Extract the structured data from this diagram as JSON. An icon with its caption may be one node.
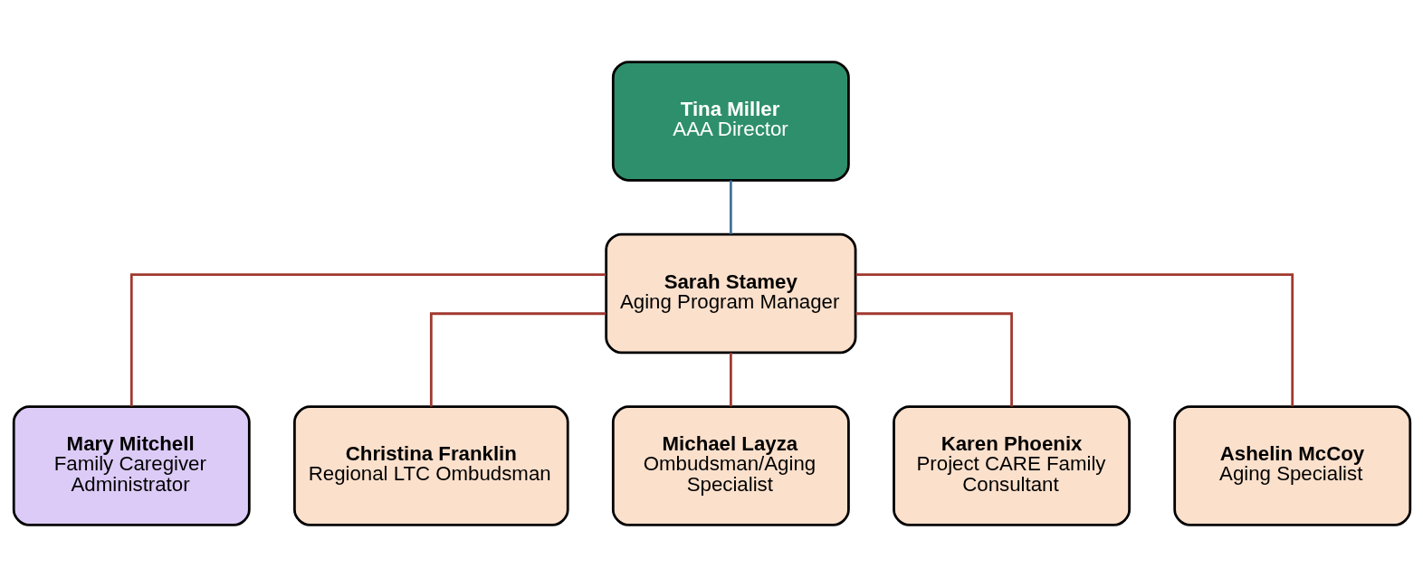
{
  "diagram": {
    "nodes": [
      {
        "text": [
          "Tina Miller",
          "AAA Director"
        ]
      },
      {
        "text": [
          "Sarah Stamey",
          "Aging Program Manager"
        ]
      },
      {
        "text": [
          "Mary Mitchell",
          "Family Caregiver Administrator"
        ]
      },
      {
        "text": [
          "Christina Franklin",
          "Regional LTC Ombudsman"
        ]
      },
      {
        "text": [
          "Michael Layza",
          "Ombudsman/Aging Specialist"
        ]
      },
      {
        "text": [
          "Karen Phoenix",
          "Project CARE Family Consultant"
        ]
      },
      {
        "text": [
          "Ashelin McCoy",
          "Aging Specialist"
        ]
      }
    ],
    "edges": [
      {
        "from": 0,
        "to": 1,
        "arrow": "none",
        "color": "#41719c"
      },
      {
        "from": 1,
        "to": 2,
        "arrow": "none"
      },
      {
        "from": 1,
        "to": 3,
        "arrow": "none"
      },
      {
        "from": 1,
        "to": 4,
        "arrow": "none"
      },
      {
        "from": 1,
        "to": 5,
        "arrow": "none"
      },
      {
        "from": 1,
        "to": 6,
        "arrow": "none"
      }
    ]
  }
}
